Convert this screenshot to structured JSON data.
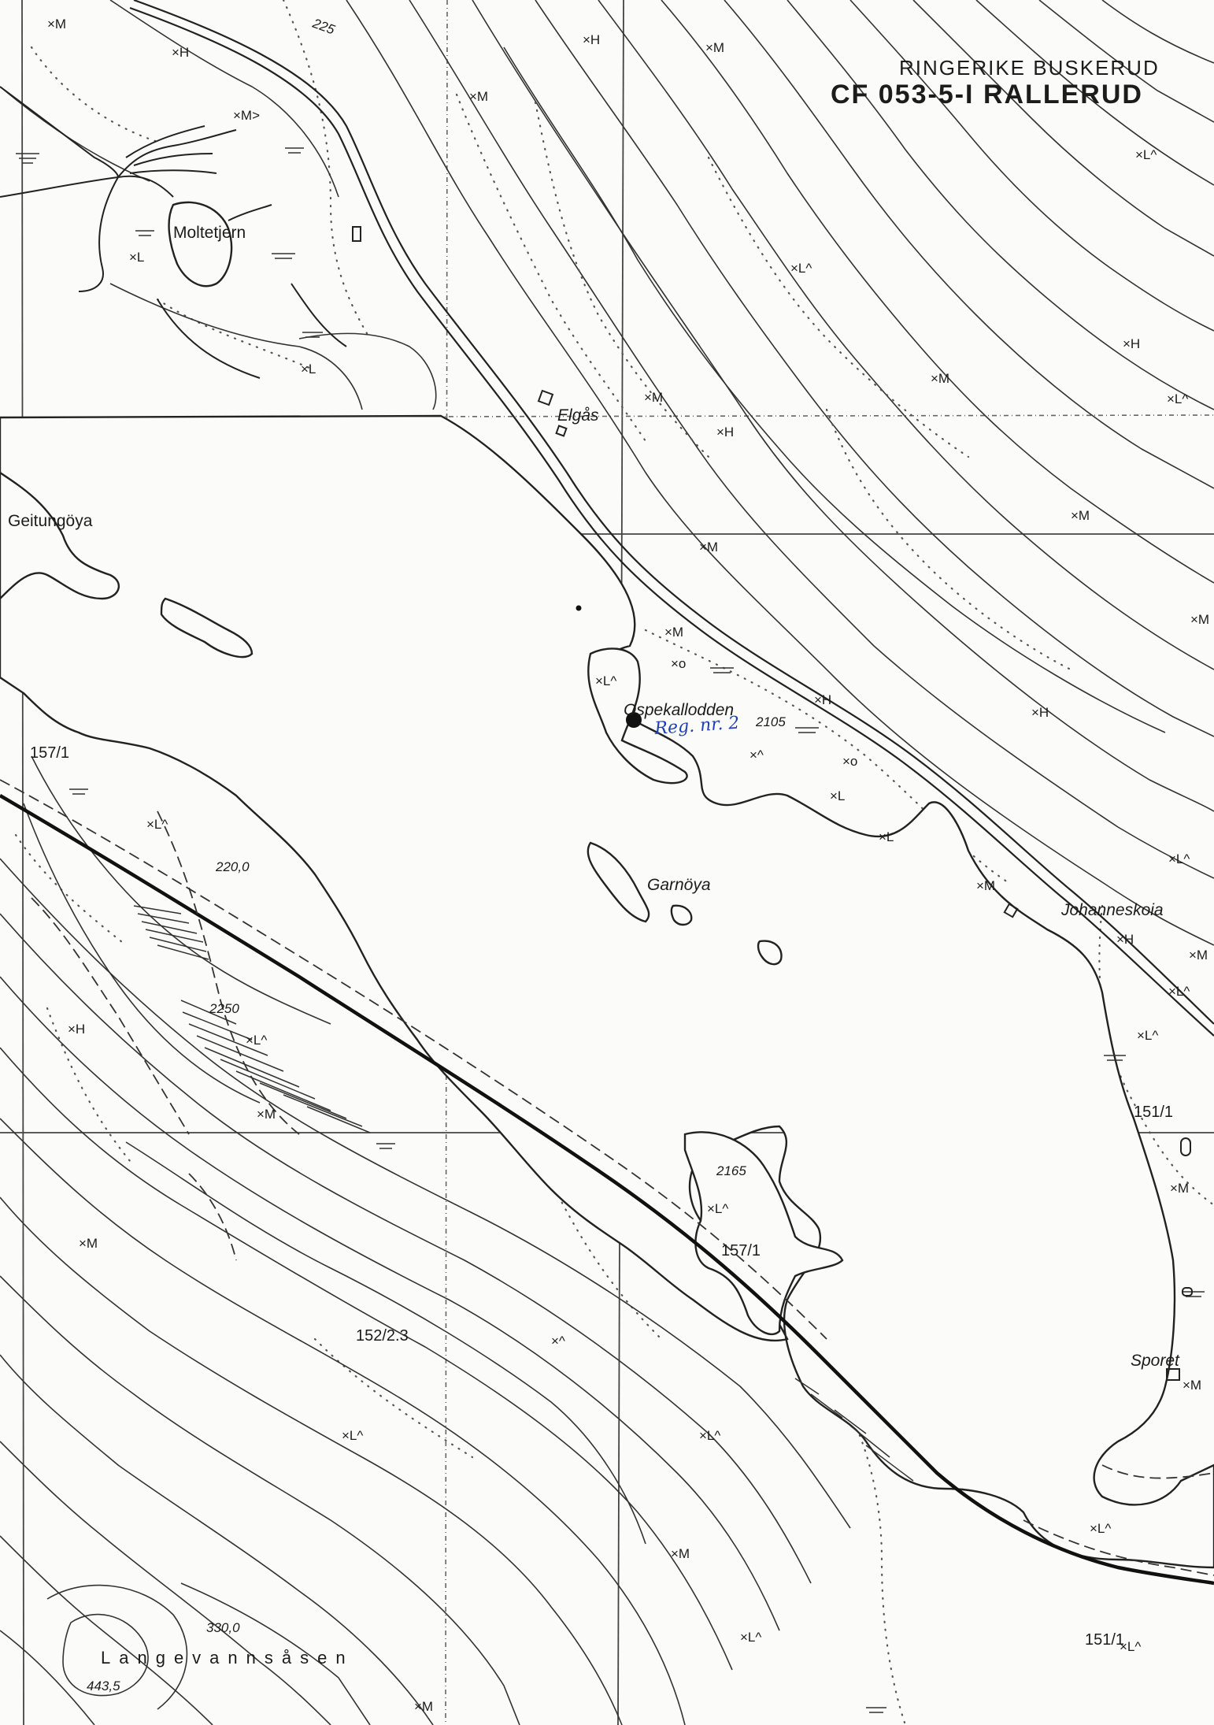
{
  "header": {
    "region": "RINGERIKE  BUSKERUD",
    "sheet": "CF 053-5-I  RALLERUD"
  },
  "place_names": {
    "moltetjern": "Moltetjern",
    "elgas": "Elgås",
    "geitungoya": "Geitungöya",
    "ospekallodden": "Ospekallodden",
    "garnoya": "Garnöya",
    "johanneskoia": "Johanneskoia",
    "sporet": "Sporet",
    "langevannsasen": "Langevannsåsen"
  },
  "elevations": {
    "e225": "225",
    "e2105": "2105",
    "e220": "220,0",
    "e2250": "2250",
    "e2165": "2165",
    "e330": "330,0",
    "e4435": "443,5"
  },
  "ids": {
    "i157_top": "157/1",
    "i157_mid": "157/1",
    "i151_right": "151/1",
    "i152": "152/2.3",
    "i151_bottom": "151/1"
  },
  "annotation": {
    "reg": "Reg. nr. 2"
  },
  "symbols": {
    "M": "×M",
    "H": "×H",
    "L": "×L",
    "La": "×L^",
    "A": "×^",
    "O": "×o",
    "Mbr": "×M>"
  },
  "colors": {
    "ink": "#1c1c1c",
    "handwriting": "#1f3fb5",
    "paper": "#fbfbf9"
  }
}
